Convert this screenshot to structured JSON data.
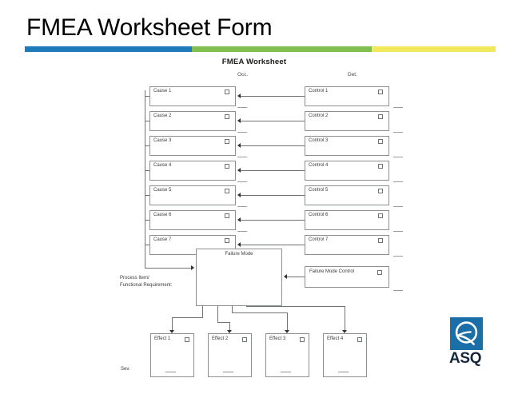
{
  "slide": {
    "title": "FMEA Worksheet Form",
    "accent_bar": {
      "blue": "#1f7ab9",
      "green": "#7fbe4f",
      "yellow": "#f2e85c"
    }
  },
  "worksheet": {
    "title": "FMEA Worksheet",
    "column_labels": {
      "occurrence": "Occ.",
      "detection": "Det.",
      "severity": "Sev."
    },
    "process_item_label_line1": "Process Item/",
    "process_item_label_line2": "Functional Requirement:",
    "causes": [
      {
        "label": "Cause 1"
      },
      {
        "label": "Cause 2"
      },
      {
        "label": "Cause 3"
      },
      {
        "label": "Cause 4"
      },
      {
        "label": "Cause 5"
      },
      {
        "label": "Cause 6"
      },
      {
        "label": "Cause 7"
      }
    ],
    "controls": [
      {
        "label": "Control 1"
      },
      {
        "label": "Control 2"
      },
      {
        "label": "Control 3"
      },
      {
        "label": "Control 4"
      },
      {
        "label": "Control 5"
      },
      {
        "label": "Control 6"
      },
      {
        "label": "Control 7"
      }
    ],
    "failure_mode": {
      "label": "Failure Mode"
    },
    "failure_mode_control": {
      "label": "Failure Mode Control"
    },
    "effects": [
      {
        "label": "Effect 1"
      },
      {
        "label": "Effect 2"
      },
      {
        "label": "Effect 3"
      },
      {
        "label": "Effect 4"
      }
    ]
  },
  "logo": {
    "word": "ASQ",
    "mark": "asq-q-mark",
    "square_color": "#1b6fa8",
    "word_color": "#16263c"
  }
}
